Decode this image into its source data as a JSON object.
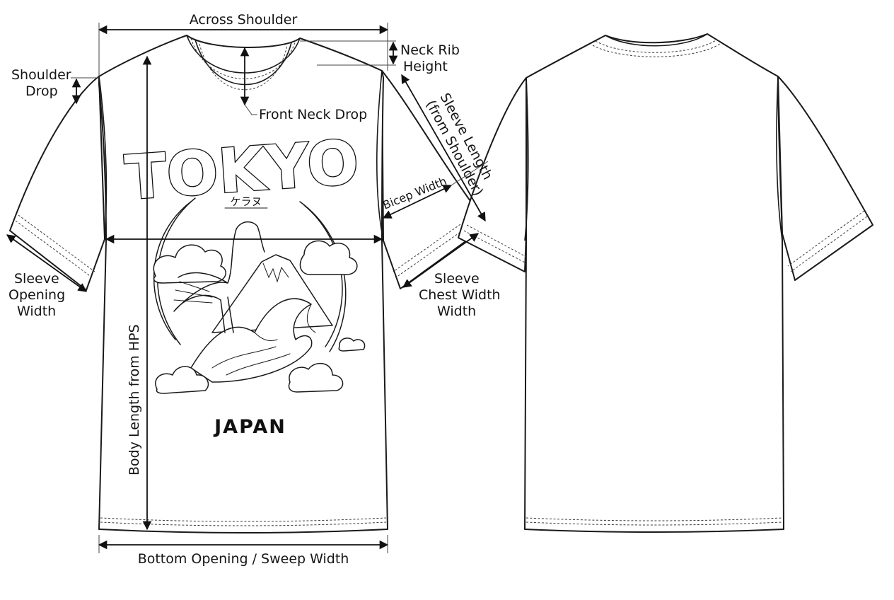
{
  "graphic": {
    "main_text": "TOKYO",
    "sub_text": "JAPAN",
    "kana_text": "ケラヌ"
  },
  "measurements": {
    "across_shoulder": "Across Shoulder",
    "neck_rib_height_line1": "Neck Rib",
    "neck_rib_height_line2": "Height",
    "shoulder_drop_line1": "Shoulder",
    "shoulder_drop_line2": "Drop",
    "front_neck_drop": "Front Neck Drop",
    "sleeve_length_line1": "Sleeve Length",
    "sleeve_length_line2": "(from Shoulder)",
    "bicep_width": "Bicep Width",
    "sleeve_opening_width_line1": "Sleeve",
    "sleeve_opening_width_line2": "Opening",
    "sleeve_opening_width_line3": "Width",
    "chest_width_line1": "Sleeve",
    "chest_width_line2": "Chest Width",
    "chest_width_line3": "Width",
    "body_length": "Body Length from HPS",
    "bottom_opening": "Bottom Opening / Sweep Width"
  },
  "colors": {
    "line": "#1a1a1a",
    "background": "#ffffff"
  }
}
